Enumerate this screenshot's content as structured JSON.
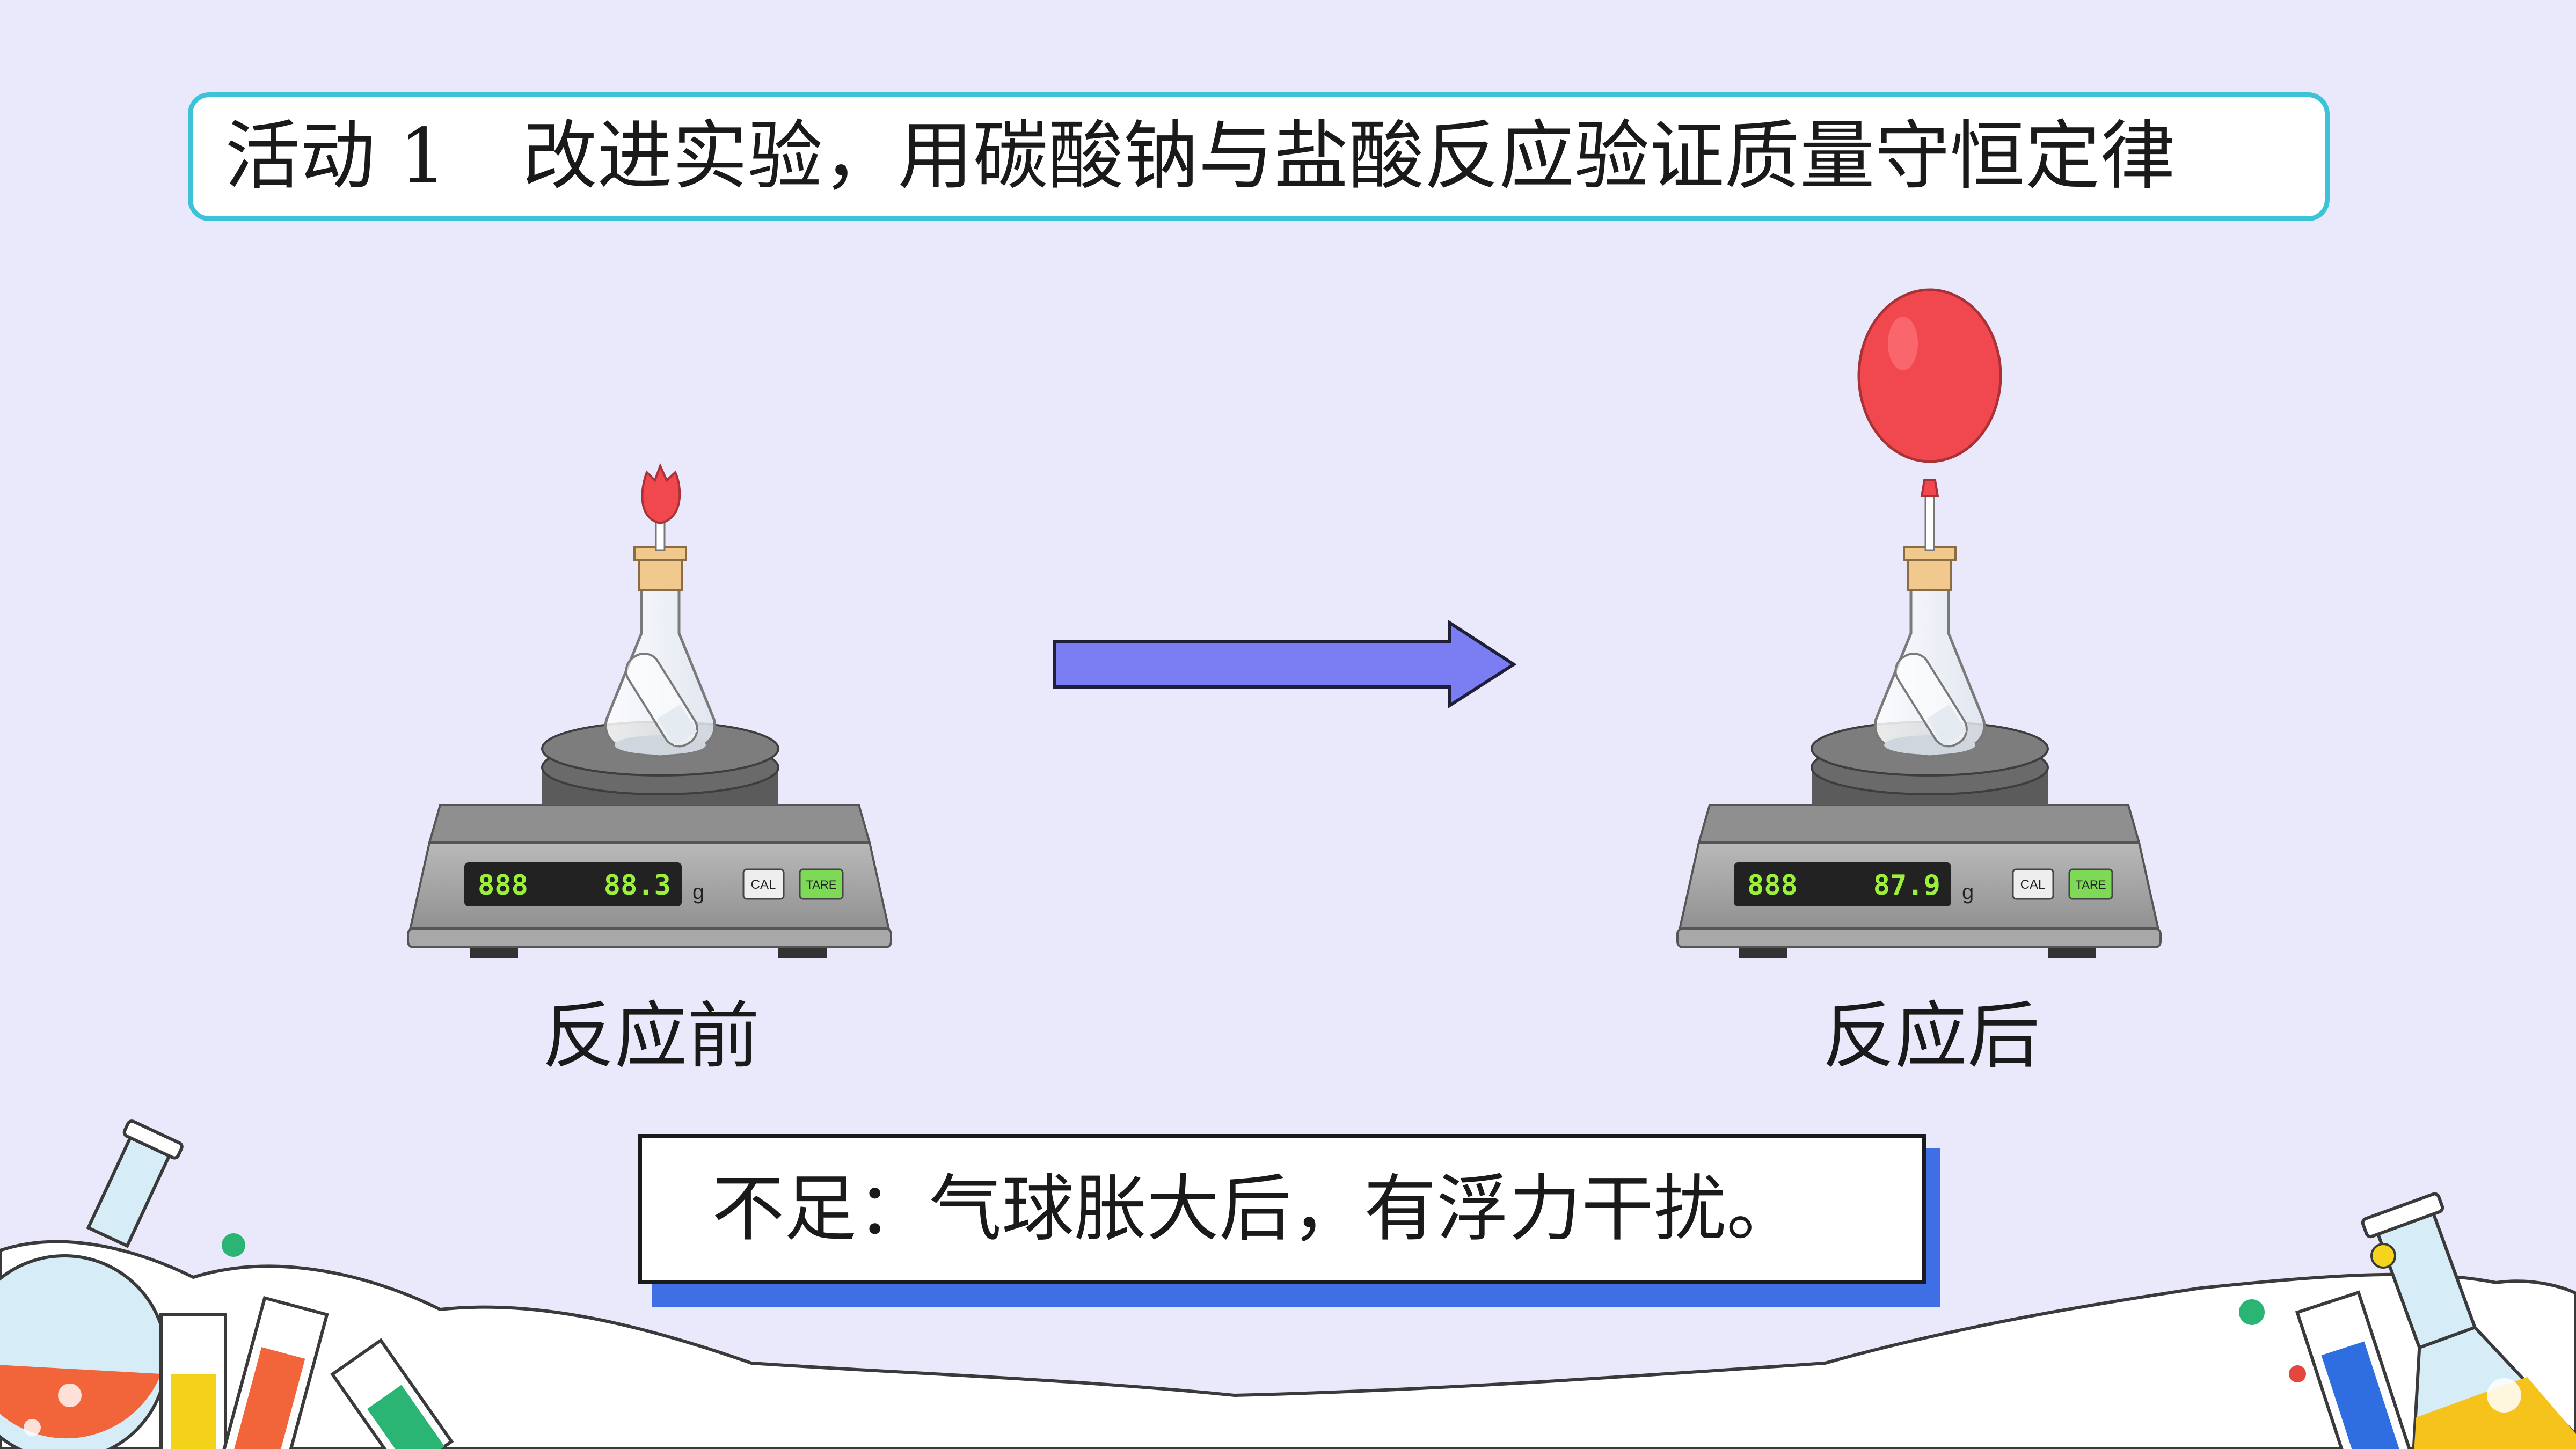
{
  "title": "活动 1　改进实验，用碳酸钠与盐酸反应验证质量守恒定律",
  "before": {
    "caption": "反应前",
    "reading": "88.3",
    "unit": "g",
    "cal_label": "CAL",
    "tare_label": "TARE"
  },
  "after": {
    "caption": "反应后",
    "reading": "87.9",
    "unit": "g",
    "cal_label": "CAL",
    "tare_label": "TARE"
  },
  "note": "不足：气球胀大后，有浮力干扰。",
  "colors": {
    "background": "#e9e9fb",
    "title_border": "#3cc3d8",
    "arrow": "#7a7ef2",
    "note_shadow": "#3f6fe5",
    "balloon": "#f0484e",
    "lcd_digits": "#9bf03a"
  }
}
